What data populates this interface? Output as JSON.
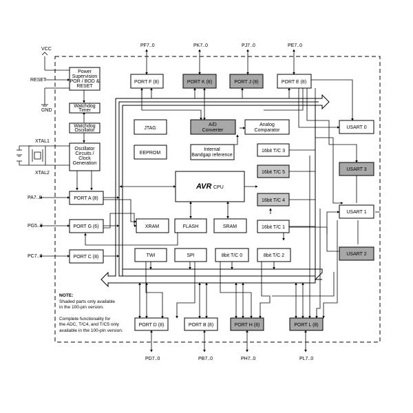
{
  "colors": {
    "line": "#000000",
    "shaded_fill": "#a8a8a8",
    "plain_fill": "#ffffff"
  },
  "pins": {
    "vcc": "VCC",
    "reset": "RESET",
    "gnd": "GND",
    "xtal1": "XTAL1",
    "xtal2": "XTAL2",
    "pa": "PA7..0",
    "pg": "PG5..0",
    "pc": "PC7..0",
    "pf": "PF7..0",
    "pk": "PK7..0",
    "pj": "PJ7..0",
    "pe": "PE7..0",
    "pd": "PD7..0",
    "pb": "PB7..0",
    "ph": "PH7..0",
    "pl": "PL7..0"
  },
  "blocks": {
    "power_supervision": [
      "Power",
      "Supervision",
      "POR / BOD &",
      "RESET"
    ],
    "watchdog_timer": [
      "Watchdog",
      "Timer"
    ],
    "watchdog_oscillator": [
      "Watchdog",
      "Oscillator"
    ],
    "oscillator": [
      "Oscillator",
      "Circuits /",
      "Clock",
      "Generation"
    ],
    "port_f": "PORT F (8)",
    "port_k": "PORT K (8)",
    "port_j": "PORT J (8)",
    "port_e": "PORT E (8)",
    "jtag": "JTAG",
    "ad_converter": [
      "A/D",
      "Converter"
    ],
    "analog_comparator": [
      "Analog",
      "Comparator"
    ],
    "usart0": "USART 0",
    "eeprom": "EEPROM",
    "bandgap": [
      "Internal",
      "Bandgap reference"
    ],
    "tc3": "16bit T/C 3",
    "usart3": "USART 3",
    "tc5": "16bit T/C 5",
    "avr_logo": "AVR",
    "avr_cpu": "CPU",
    "port_a": "PORT A (8)",
    "tc4": "16bit T/C 4",
    "usart1": "USART 1",
    "port_g": "PORT G (6)",
    "xram": "XRAM",
    "flash": "FLASH",
    "sram": "SRAM",
    "tc1": "16bit T/C 1",
    "port_c": "PORT C (8)",
    "twi": "TWI",
    "spi": "SPI",
    "tc0": "8bit T/C 0",
    "tc2": "8bit T/C 2",
    "usart2": "USART 2",
    "port_d": "PORT D (8)",
    "port_b": "PORT B (8)",
    "port_h": "PORT H (8)",
    "port_l": "PORT L (8)"
  },
  "note": {
    "heading": "NOTE:",
    "line1": "Shaded parts only available",
    "line2": "in the 100-pin version.",
    "line3": "Complete functionality for",
    "line4": "the ADC, T/C4, and T/C5 only",
    "line5": "available in the 100-pin version."
  }
}
